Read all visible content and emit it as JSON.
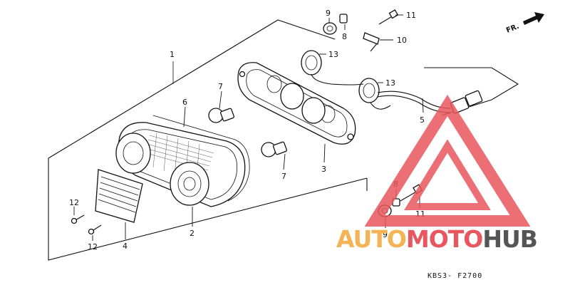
{
  "diagram": {
    "callouts": {
      "c1": "1",
      "c2": "2",
      "c3": "3",
      "c4": "4",
      "c5": "5",
      "c6": "6",
      "c7a": "7",
      "c7b": "7",
      "c8a": "8",
      "c8b": "8",
      "c9a": "9",
      "c9b": "9",
      "c10": "10",
      "c11a": "11",
      "c11b": "11",
      "c12a": "12",
      "c12b": "12",
      "c13a": "13",
      "c13b": "13"
    },
    "direction_label": "FR.",
    "drawing_code": "KBS3- F2700"
  },
  "watermark": {
    "word_1": "AUTO",
    "word_2": "MOTO",
    "word_3": "HUB",
    "color_orange": "#f5b453",
    "color_red": "#e8575d",
    "color_gray": "#555555"
  }
}
